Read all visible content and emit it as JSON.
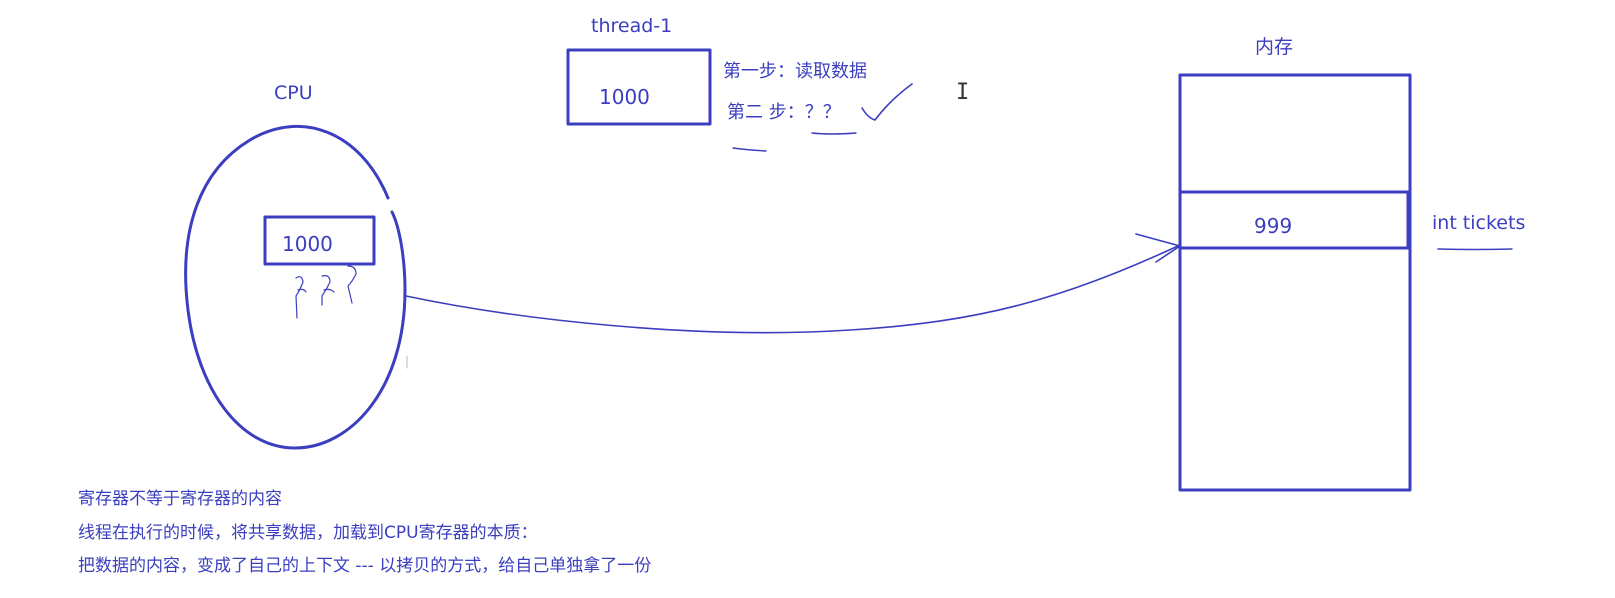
{
  "colors": {
    "ink": "#3b3fbf",
    "background": "#ffffff",
    "cursor": "#333333"
  },
  "thread": {
    "label": "thread-1",
    "value": "1000",
    "step1": "第一步：读取数据",
    "step2": "第二 步：？？"
  },
  "cpu": {
    "label": "CPU",
    "register_value": "1000"
  },
  "memory": {
    "label": "内存",
    "cell_value": "999",
    "variable_label": "int tickets"
  },
  "notes": [
    "寄存器不等于寄存器的内容",
    "线程在执行的时候，将共享数据，加载到CPU寄存器的本质：",
    "把数据的内容，变成了自己的上下文 --- 以拷贝的方式，给自己单独拿了一份"
  ],
  "icons": {
    "cursor": "text-cursor-icon",
    "check": "checkmark-icon"
  }
}
